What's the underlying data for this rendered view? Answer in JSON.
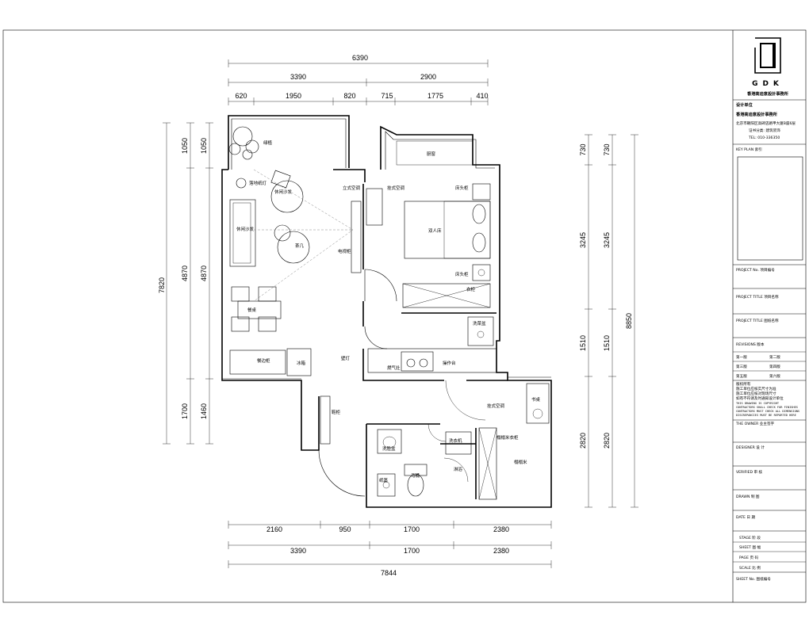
{
  "top_dims": {
    "overall": "6390",
    "row2": [
      "3390",
      "2900"
    ],
    "row3": [
      "620",
      "1950",
      "820",
      "715",
      "1775",
      "410"
    ]
  },
  "bottom_dims": {
    "row1": [
      "2160",
      "950",
      "1700",
      "2380"
    ],
    "row2": [
      "3390",
      "1700",
      "2380"
    ],
    "overall": "7844"
  },
  "left_dims": {
    "overall": "7820",
    "col2": [
      "1050",
      "4870",
      "1700"
    ],
    "col3": [
      "1050",
      "4870",
      "1460"
    ]
  },
  "right_dims": {
    "overall": "8850",
    "col1": [
      "730",
      "3245",
      "1510",
      "2820"
    ],
    "col2": [
      "730",
      "3245",
      "1510",
      "2820"
    ]
  },
  "rooms": {
    "balcony": "绿植",
    "floor_lamp": "落地纸灯",
    "lounge_chair": "休闲沙发",
    "sofa": "休闲沙发",
    "coffee_table": "茶几",
    "tv_cabinet": "电视柜",
    "ac_standing": "立式空调",
    "ac_wall_bed": "挂式空调",
    "nightstand_top": "床头柜",
    "double_bed": "双人床",
    "nightstand_bottom": "床头柜",
    "wardrobe": "衣柜",
    "dining_table": "餐桌",
    "sideboard": "餐边柜",
    "fridge": "冰箱",
    "wall_lamp": "壁灯",
    "water_heater": "燃气灶",
    "counter": "操作台",
    "sink": "洗菜盆",
    "kitchen_window": "厨窗",
    "shoe_cabinet": "鞋柜",
    "ac_wall_bottom": "挂式空调",
    "desk": "书桌",
    "basin": "洗脸盆",
    "washer": "洗衣机",
    "toilet": "马桶",
    "shower": "淋浴",
    "tatami_wardrobe": "榻榻米衣柜",
    "tatami": "榻榻米",
    "paper_towel": "纸篓"
  },
  "title_block": {
    "logo_letters": "GDK",
    "firm_name": "香港高迪意設計事務所",
    "design_unit_label": "设计单位",
    "design_unit_name": "香港高迪意設計事務所",
    "address": "北京市朝阳区高碑店路甲大厦B座6层",
    "license": "证书分类: 建筑装饰",
    "tel": "TEL: 010-336350",
    "key_plan": "KEY PLAN  索引",
    "project_no": "PROJECT No.  项目编号",
    "project_title1": "PROJECT TITLE  项目名称",
    "project_title2": "PROJECT TITLE  图纸名称",
    "revisions": "REVISIONS  版本",
    "rev_rows": [
      [
        "第一版",
        "第二版"
      ],
      [
        "第三版",
        "第四版"
      ],
      [
        "第五版",
        "第六版"
      ]
    ],
    "notes_cn": [
      "版权所有",
      "施工单位应核实尺寸为准",
      "施工单位应核对现场尺寸",
      "如有不符请及时通知设计单位"
    ],
    "notes_en": [
      "THIS DRAWING IS COPYRIGHT",
      "CONTRACTORS SHALL CHECK FOR FINISHES",
      "CONTRACTORS MUST CHECK ALL DIMENSIONS",
      "DISCREPANCIES MUST BE REPORTED HERE"
    ],
    "owner": "THE OWNER  业主签字",
    "designer": "DESIGNER  设 计",
    "verified": "VERIFIED  审 核",
    "drawn": "DRAWN  制 图",
    "date": "DATE  日 期",
    "stage": "STAGE  阶 段",
    "sheet": "SHEET  图 幅",
    "page": "PAGE  页 码",
    "scale": "SCALE  比 例",
    "sheet_no": "SHEET No.  图纸编号"
  },
  "colors": {
    "ink": "#000000",
    "paper": "#ffffff",
    "dash": "#888888"
  }
}
